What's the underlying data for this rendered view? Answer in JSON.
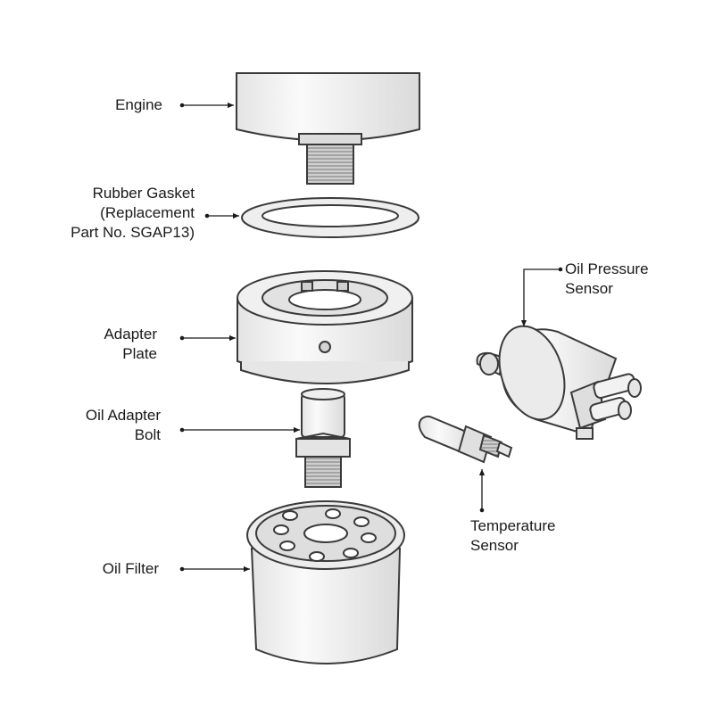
{
  "labels": {
    "engine": [
      "Engine"
    ],
    "gasket": [
      "Rubber Gasket",
      "(Replacement",
      "Part No. SGAP13)"
    ],
    "adapter_plate": [
      "Adapter",
      "Plate"
    ],
    "adapter_bolt": [
      "Oil Adapter",
      "Bolt"
    ],
    "oil_filter": [
      "Oil Filter"
    ],
    "pressure_sensor": [
      "Oil Pressure",
      "Sensor"
    ],
    "temperature_sensor": [
      "Temperature",
      "Sensor"
    ]
  },
  "colors": {
    "stroke": "#3a3a3a",
    "fill": "#f3f3f3",
    "shade": "#dcdcdc",
    "dark": "#b9b9b9"
  }
}
